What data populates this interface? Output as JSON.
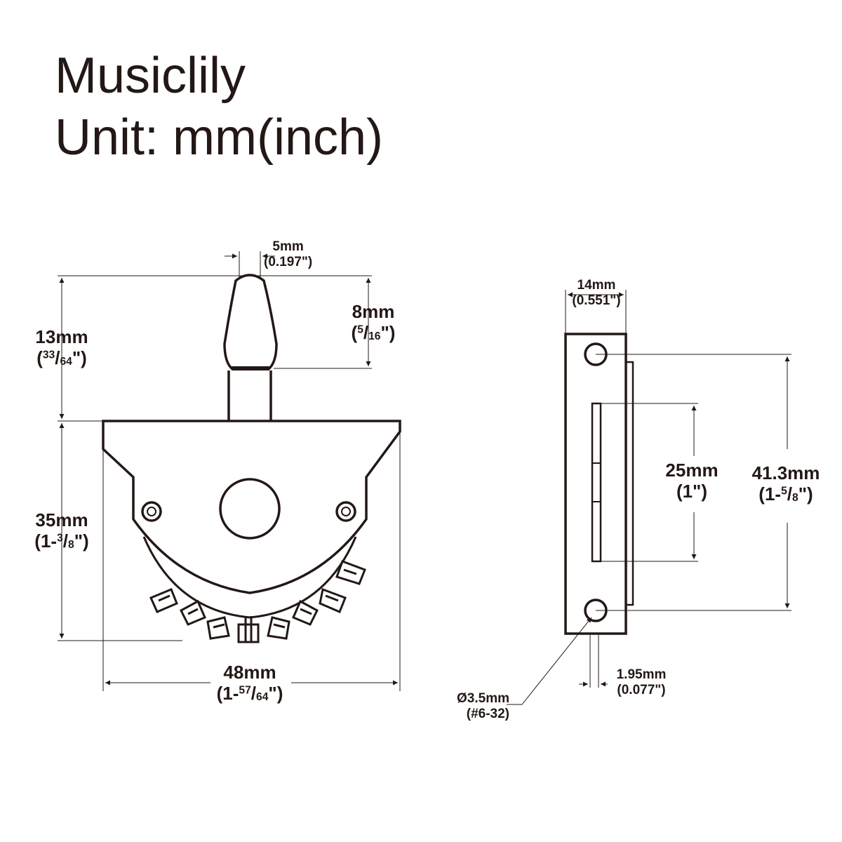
{
  "title": "Musiclily",
  "subtitle": "Unit: mm(inch)",
  "dims": {
    "tip_width": {
      "mm": "5mm",
      "inch": "(0.197\")"
    },
    "tip_height": {
      "mm": "8mm",
      "inch_sup": "5",
      "inch_sub": "16",
      "inch": "(5/16\")"
    },
    "lever_height": {
      "mm": "13mm",
      "inch_sup": "33",
      "inch_sub": "64",
      "inch": "(33/64\")"
    },
    "plate_height": {
      "mm": "35mm",
      "inch_whole": "1-",
      "inch_sup": "3",
      "inch_sub": "8",
      "inch": "(1-3/8\")"
    },
    "plate_width": {
      "mm": "48mm",
      "inch_whole": "1-",
      "inch_sup": "57",
      "inch_sub": "64",
      "inch": "(1-57/64\")"
    },
    "side_width": {
      "mm": "14mm",
      "inch": "(0.551\")"
    },
    "slot_length": {
      "mm": "25mm",
      "inch": "(1\")"
    },
    "hole_spacing": {
      "mm": "41.3mm",
      "inch_whole": "1-",
      "inch_sup": "5",
      "inch_sub": "8",
      "inch": "(1-5/8\")"
    },
    "plate_thickness": {
      "mm": "1.95mm",
      "inch": "(0.077\")"
    },
    "screw_hole": {
      "mm": "Ø3.5mm",
      "inch": "(#6-32)"
    }
  }
}
